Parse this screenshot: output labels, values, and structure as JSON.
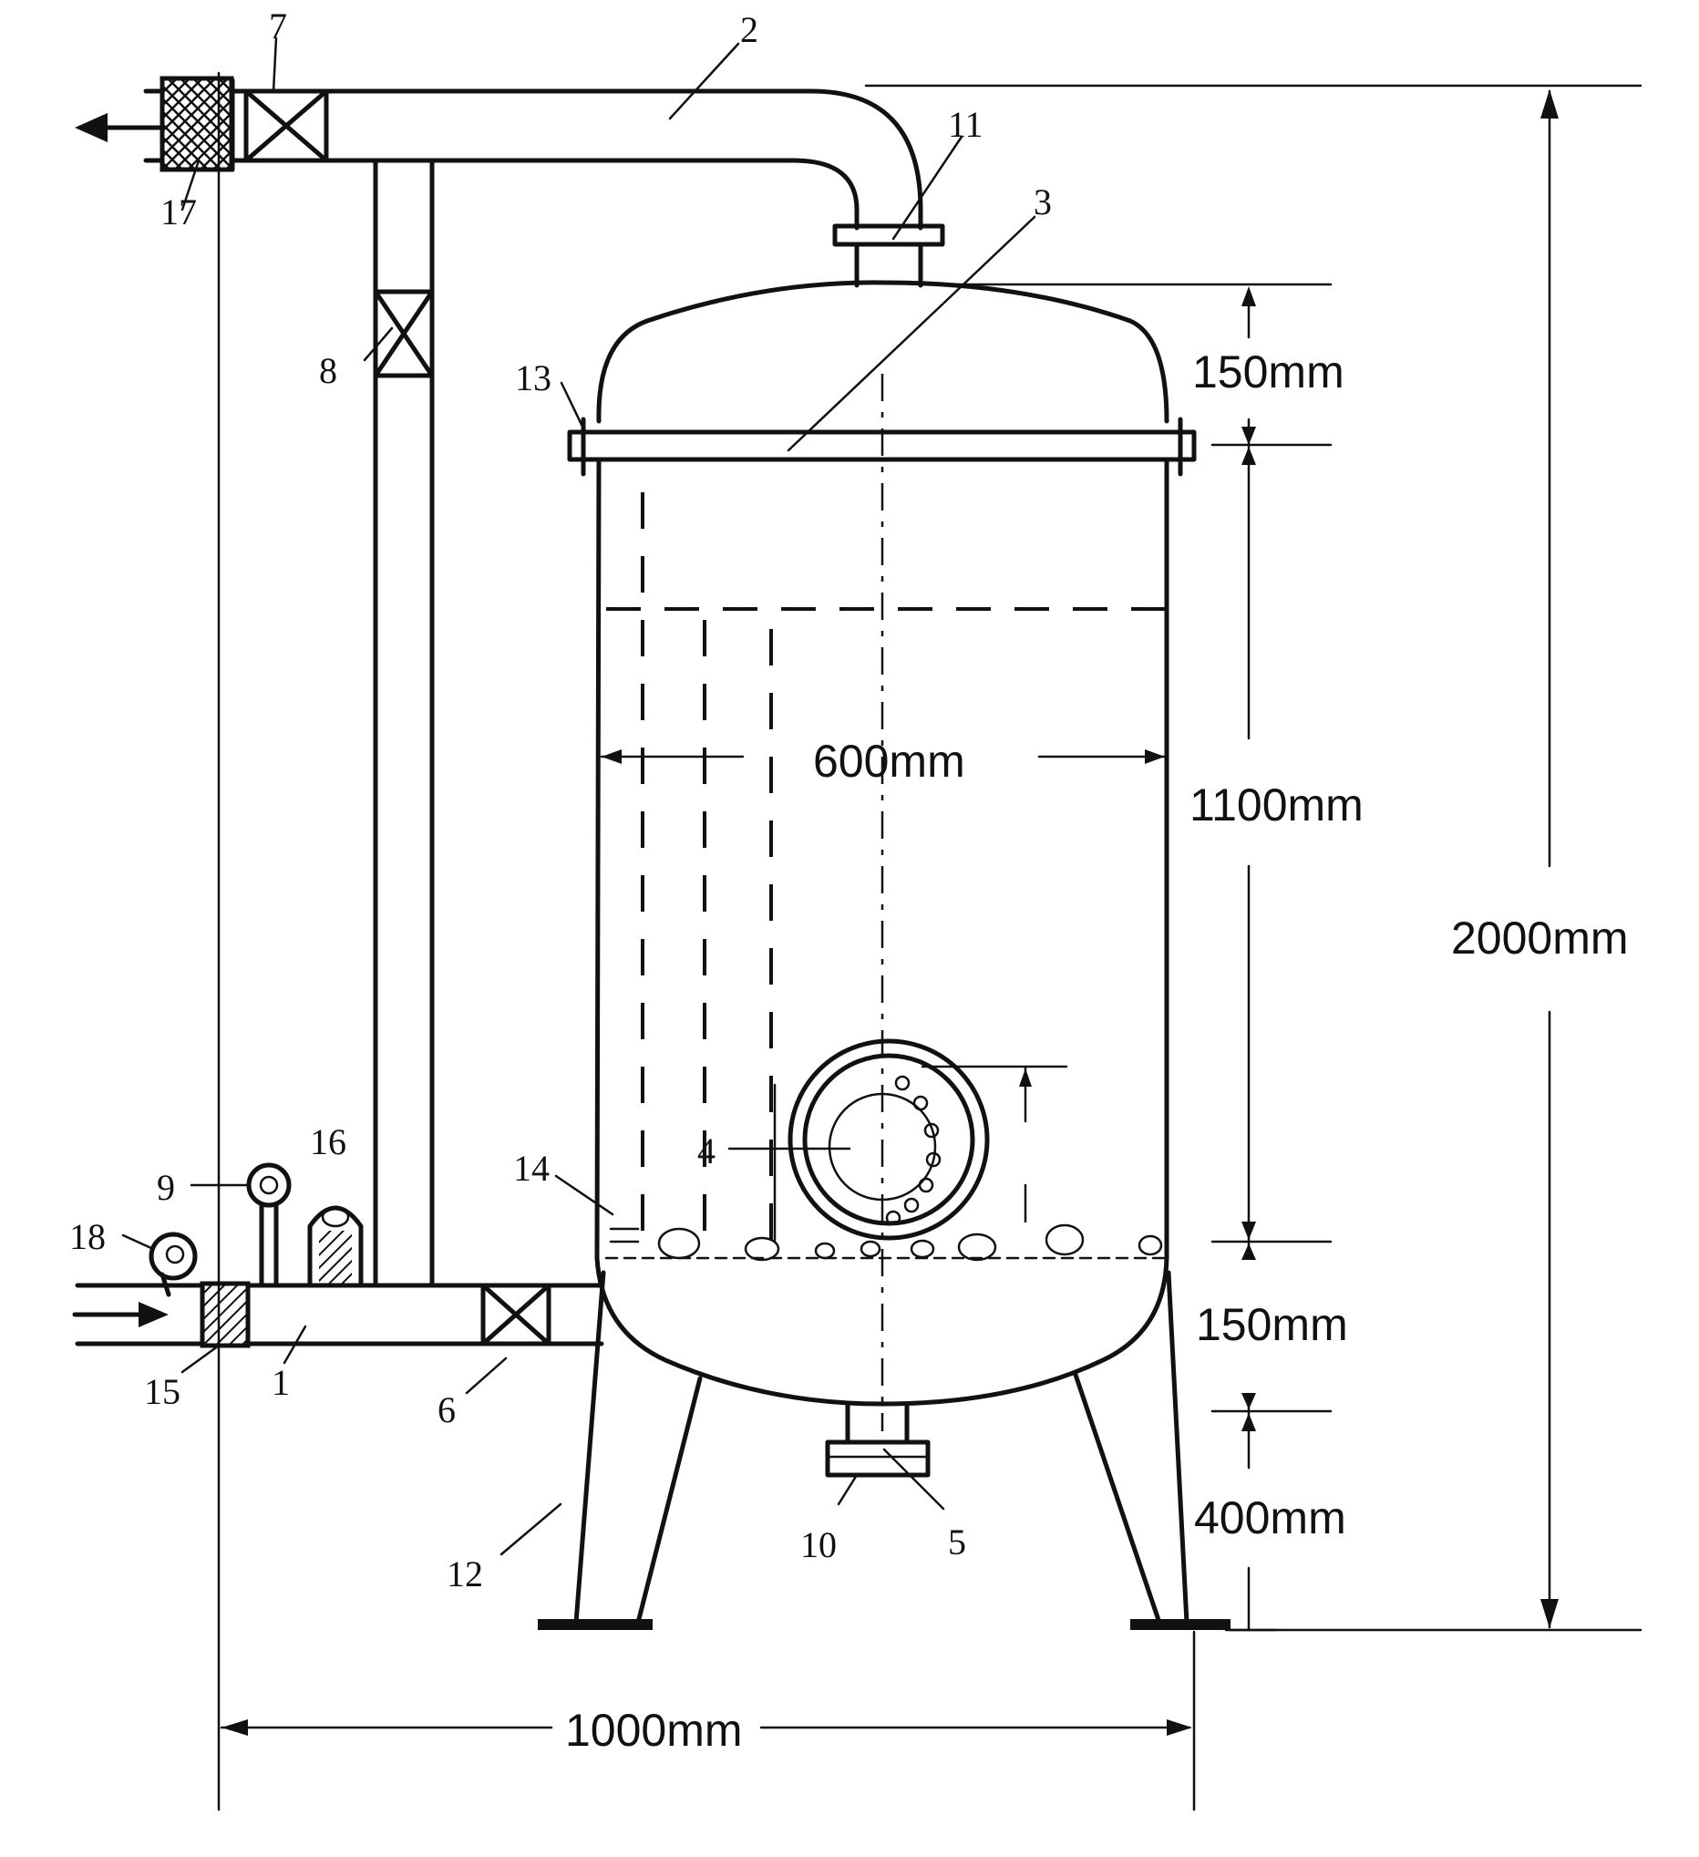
{
  "diagram": {
    "callouts": [
      "1",
      "2",
      "3",
      "4",
      "5",
      "6",
      "7",
      "8",
      "9",
      "10",
      "11",
      "12",
      "13",
      "14",
      "15",
      "16",
      "17",
      "18"
    ],
    "dimensions": {
      "top_head": "150mm",
      "body": "1100mm",
      "bottom_head": "150mm",
      "legs": "400mm",
      "total_height": "2000mm",
      "diameter": "600mm",
      "total_width": "1000mm"
    }
  }
}
